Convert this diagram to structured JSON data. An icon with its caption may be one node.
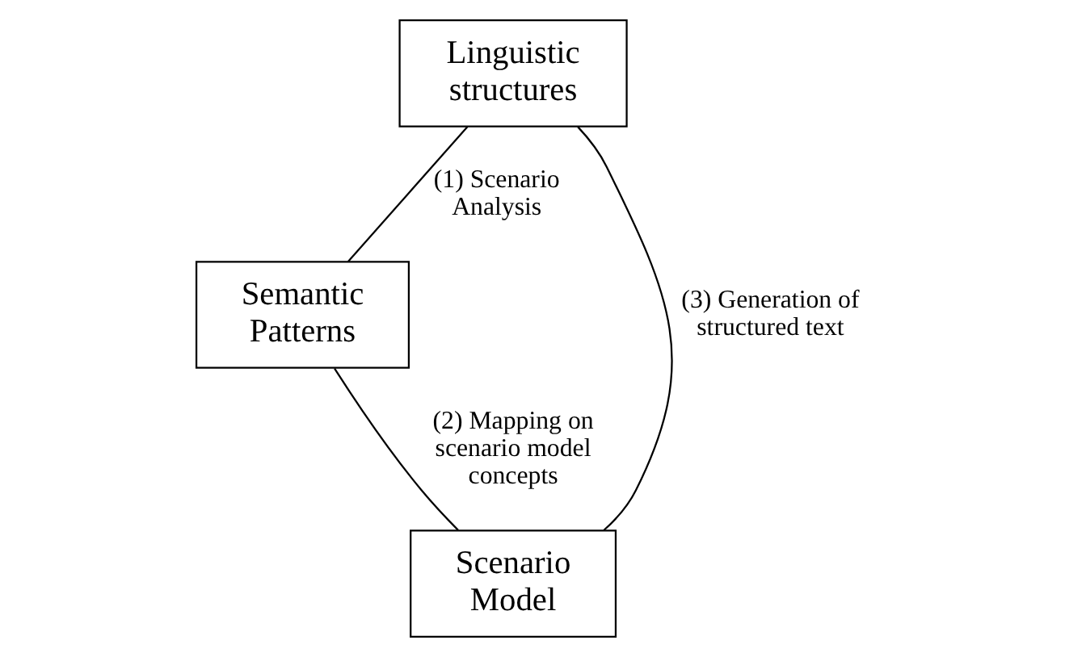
{
  "diagram": {
    "nodes": [
      {
        "text": [
          "Semantic Patterns"
        ]
      },
      {
        "text": [
          "Linguistic structures"
        ]
      },
      {
        "text": [
          "Scenario Model"
        ]
      }
    ],
    "edges": [
      {
        "from": 1,
        "to": 0,
        "arrow": "none",
        "label": "(1) Scenario Analysis"
      },
      {
        "from": 0,
        "to": 2,
        "arrow": "none",
        "label": "(2) Mapping on scenario model concepts"
      },
      {
        "from": 1,
        "to": 2,
        "arrow": "none",
        "label": "(3) Generation of structured text"
      }
    ]
  }
}
